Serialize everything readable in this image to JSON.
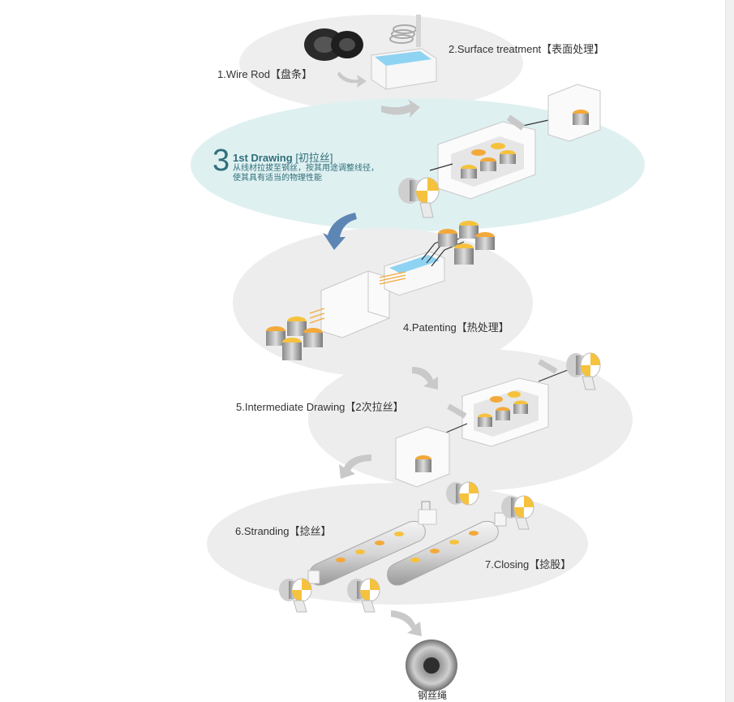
{
  "steps": {
    "s1": "1.Wire Rod【盘条】",
    "s2": "2.Surface treatment【表面处理】",
    "s3_number": "3",
    "s3_title": "1st Drawing",
    "s3_title_cn": "[初拉丝]",
    "s3_desc_line1": "从线材拉拔至钢丝，按其用途调整线径，",
    "s3_desc_line2": "使其具有适当的物理性能",
    "s4": "4.Patenting【热处理】",
    "s5": "5.Intermediate Drawing【2次拉丝】",
    "s6": "6.Stranding【捻丝】",
    "s7": "7.Closing【捻股】",
    "product": "钢丝绳"
  },
  "colors": {
    "ellipse": "#ececec",
    "highlight": "#dff0f1",
    "accent_orange": "#f3a93a",
    "accent_yellow": "#f6c23e",
    "arrow_grey": "#c9c9c9",
    "arrow_blue": "#5d86b5",
    "water": "#8fd3f2",
    "text_teal": "#2f6f7a"
  }
}
